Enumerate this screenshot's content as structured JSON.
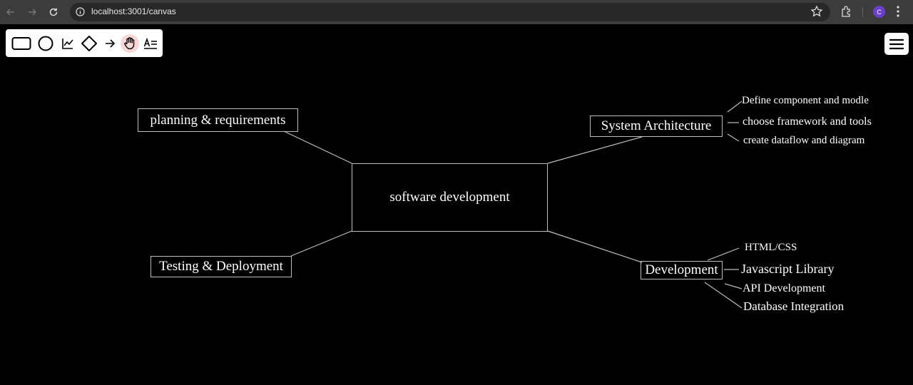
{
  "browser": {
    "url": "localhost:3001/canvas",
    "profile_initial": "C",
    "profile_color": "#6a3fc9"
  },
  "toolbar": {
    "tools": [
      "rectangle-tool",
      "circle-tool",
      "line-chart-tool",
      "diamond-tool",
      "arrow-tool",
      "hand-tool",
      "text-tool"
    ],
    "active_tool": "hand-tool",
    "active_color": "#f8d7d7"
  },
  "diagram": {
    "center": "software development",
    "planning": "planning & requirements",
    "testing": "Testing & Deployment",
    "architecture": {
      "title": "System Architecture",
      "children": [
        "Define component and modle",
        "choose framework and tools",
        "create dataflow and diagram"
      ]
    },
    "development": {
      "title": "Development",
      "children": [
        "HTML/CSS",
        "Javascript Library",
        "API Development",
        "Database Integration"
      ]
    }
  }
}
